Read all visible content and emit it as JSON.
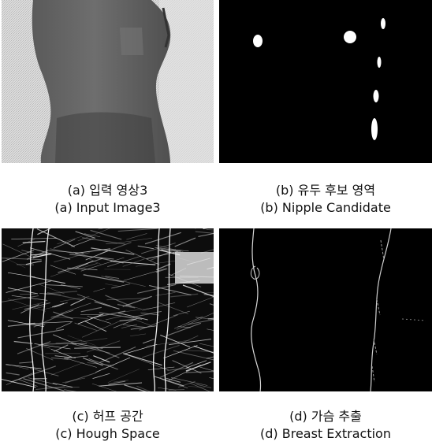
{
  "panels": [
    {
      "id": "a",
      "caption_ko": "(a) 입력 영상3",
      "caption_en": "(a) Input Image3",
      "content": "input-image"
    },
    {
      "id": "b",
      "caption_ko": "(b) 유두 후보 영역",
      "caption_en": "(b) Nipple Candidate",
      "content": "nipple-candidate-mask"
    },
    {
      "id": "c",
      "caption_ko": "(c) 허프 공간",
      "caption_en": "(c) Hough Space",
      "content": "hough-space"
    },
    {
      "id": "d",
      "caption_ko": "(d) 가슴 추출",
      "caption_en": "(d) Breast Extraction",
      "content": "breast-edge-extraction"
    }
  ],
  "colors": {
    "background": "#ffffff",
    "mask_background": "#000000",
    "mask_foreground": "#ffffff",
    "photo_light": "#e6e6e6",
    "photo_dark": "#4a4a4a"
  }
}
